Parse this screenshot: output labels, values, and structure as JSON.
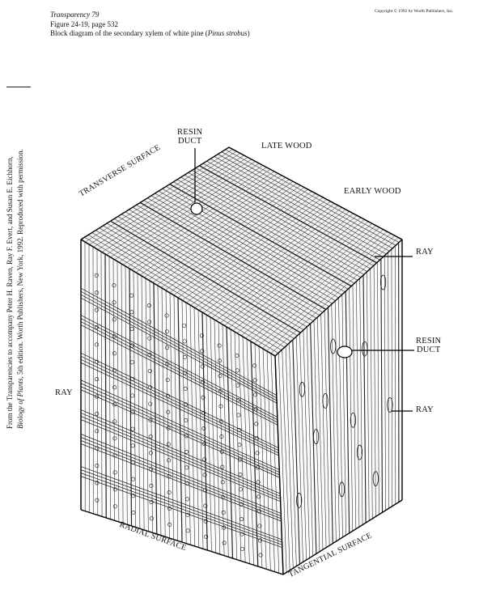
{
  "header": {
    "transparency": "Transparency 79",
    "figure": "Figure 24-19, page 532",
    "caption_prefix": "Block diagram of the secondary xylem of white pine (",
    "caption_species": "Pinus strobus",
    "caption_suffix": ")",
    "copyright": "Copyright © 1992 by Worth Publishers, Inc."
  },
  "credit": {
    "line1": "From the Transparencies to accompany Peter H. Raven, Ray F. Evert, and Susan E. Eichhorn,",
    "line2_title": "Biology of Plants,",
    "line2_rest": " 5th edition.  Worth Publishers, New York, 1992.  Reproduced with permission."
  },
  "labels": {
    "resin_duct_top_1": "RESIN",
    "resin_duct_top_2": "DUCT",
    "late_wood": "LATE WOOD",
    "early_wood": "EARLY WOOD",
    "transverse_surface": "TRANSVERSE SURFACE",
    "ray_right_upper": "RAY",
    "resin_duct_right_1": "RESIN",
    "resin_duct_right_2": "DUCT",
    "ray_left": "RAY",
    "ray_right_lower": "RAY",
    "radial_surface": "RADIAL SURFACE",
    "tangential_surface": "TANGENTIAL SURFACE"
  }
}
